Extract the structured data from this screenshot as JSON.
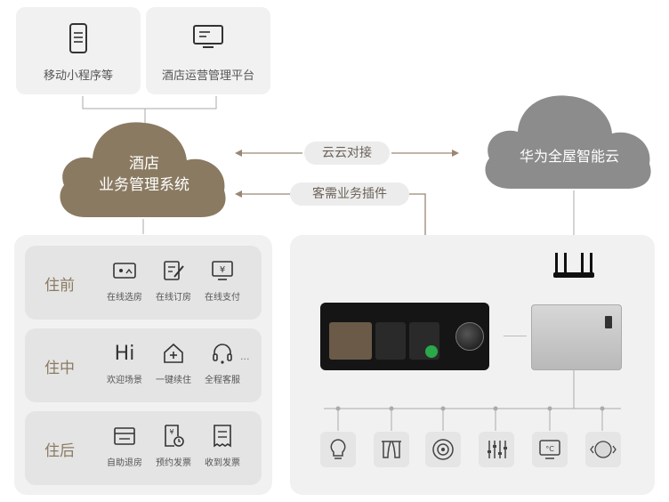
{
  "top": {
    "mobile_label": "移动小程序等",
    "platform_label": "酒店运营管理平台"
  },
  "hotel_cloud": {
    "line1": "酒店",
    "line2": "业务管理系统"
  },
  "huawei_cloud": {
    "label": "华为全屋智能云"
  },
  "connectors": {
    "cloud_link": "云云对接",
    "plugin": "客需业务插件"
  },
  "stages": [
    {
      "title": "住前",
      "items": [
        {
          "icon": "vr-room-icon",
          "label": "在线选房"
        },
        {
          "icon": "edit-order-icon",
          "label": "在线订房"
        },
        {
          "icon": "payment-icon",
          "label": "在线支付"
        }
      ]
    },
    {
      "title": "住中",
      "items": [
        {
          "icon": "hi-welcome-icon",
          "label": "欢迎场景"
        },
        {
          "icon": "home-plus-icon",
          "label": "一键续住"
        },
        {
          "icon": "headset-icon",
          "label": "全程客服"
        }
      ],
      "more": "···"
    },
    {
      "title": "住后",
      "items": [
        {
          "icon": "checkout-icon",
          "label": "自助退房"
        },
        {
          "icon": "invoice-clock-icon",
          "label": "预约发票"
        },
        {
          "icon": "receipt-icon",
          "label": "收到发票"
        }
      ]
    }
  ],
  "devices": [
    "bulb-icon",
    "curtain-icon",
    "sweeper-icon",
    "mixer-icon",
    "thermostat-icon",
    "knob-icon"
  ],
  "colors": {
    "brown": "#8a7a61",
    "gray_cloud": "#8c8c8c",
    "panel": "#f1f1f1",
    "arrow": "#9b8675"
  }
}
